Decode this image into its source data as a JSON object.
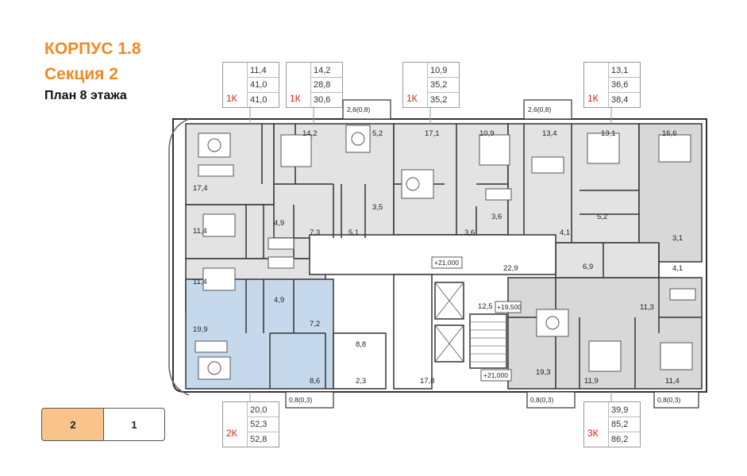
{
  "header": {
    "building": "КОРПУС 1.8",
    "section": "Секция 2",
    "floor": "План 8 этажа"
  },
  "apartments_top": [
    {
      "type": "1К",
      "a": "11,4",
      "b": "41,0",
      "c": "41,0"
    },
    {
      "type": "1К",
      "a": "14,2",
      "b": "28,8",
      "c": "30,6"
    },
    {
      "type": "1К",
      "a": "10,9",
      "b": "35,2",
      "c": "35,2"
    },
    {
      "type": "1К",
      "a": "13,1",
      "b": "36,6",
      "c": "38,4"
    }
  ],
  "apartments_bottom": [
    {
      "type": "2К",
      "a": "20,0",
      "b": "52,3",
      "c": "52,8"
    },
    {
      "type": "3К",
      "a": "39,9",
      "b": "85,2",
      "c": "86,2"
    }
  ],
  "balconies": {
    "top_left": "2,6(0,8)",
    "top_right": "2,6(0,8)",
    "bottom_a": "0,8(0,3)",
    "bottom_b": "0,8(0,3)",
    "bottom_c": "0,8(0,3)"
  },
  "rooms": {
    "r1": "17,4",
    "r2": "11,4",
    "r3": "4,9",
    "r4": "7,3",
    "r5": "11,4",
    "r6": "4,9",
    "r7": "19,9",
    "r8": "7,2",
    "r9": "8,6",
    "r10": "14,2",
    "r11": "5,2",
    "r12": "5,1",
    "r13": "3,5",
    "r14": "17,1",
    "r15": "10,9",
    "r16": "3,6",
    "r17": "3,6",
    "r18": "13,4",
    "r19": "4,1",
    "r20": "13,1",
    "r21": "5,2",
    "r22": "16,6",
    "r23": "3,1",
    "r24": "22,9",
    "r25": "6,9",
    "r26": "4,1",
    "r27": "11,3",
    "r28": "12,5",
    "r29": "8,8",
    "r30": "2,3",
    "r31": "17,8",
    "r32": "19,3",
    "r33": "11,9",
    "r34": "11,4"
  },
  "levels": {
    "l1": "+21,000",
    "l2": "+19,500",
    "l3": "+21,000"
  },
  "sections": [
    "2",
    "1"
  ],
  "colors": {
    "accent": "#f08a22",
    "selected_fill": "#f8c48c",
    "flat_grey": "#e3e3e3",
    "flat_blue": "#c6d9ec",
    "flat_dark": "#d8d8d8"
  }
}
